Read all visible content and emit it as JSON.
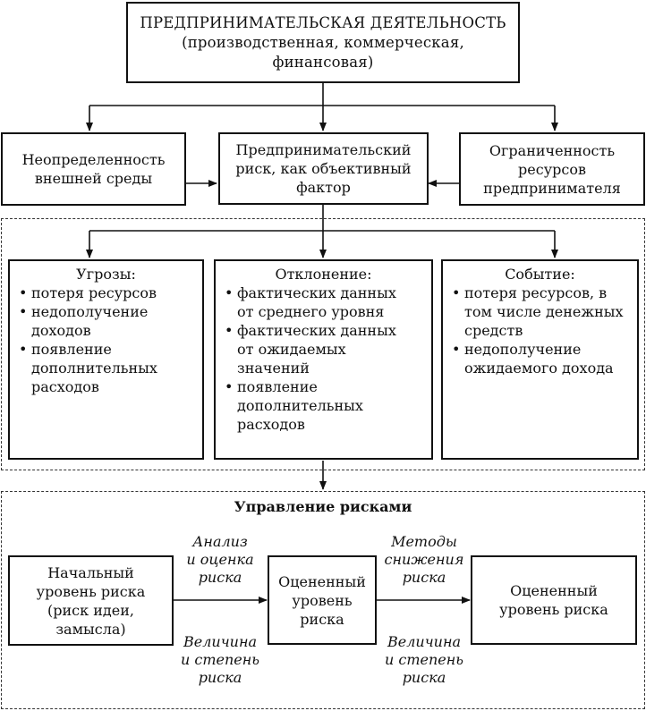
{
  "top": {
    "title": "ПРЕДПРИНИМАТЕЛЬСКАЯ ДЕЯТЕЛЬНОСТЬ",
    "subtitle_line1": "(производственная, коммерческая,",
    "subtitle_line2": "финансовая)"
  },
  "row2": {
    "left_line1": "Неопределенность",
    "left_line2": "внешней среды",
    "center_line1": "Предпринимательский",
    "center_line2": "риск, как объективный",
    "center_line3": "фактор",
    "right_line1": "Ограниченность",
    "right_line2": "ресурсов",
    "right_line3": "предпринимателя"
  },
  "threats": {
    "heading": "Угрозы:",
    "items": [
      "потеря ресурсов",
      "недополучение доходов",
      "появление дополнительных расходов"
    ]
  },
  "deviation": {
    "heading": "Отклонение:",
    "items": [
      "фактических данных от среднего уровня",
      "фактических данных от ожидаемых значений",
      "появление дополнительных расходов"
    ]
  },
  "event": {
    "heading": "Событие:",
    "items": [
      "потеря ресурсов, в том числе денежных средств",
      "недополучение ожидаемого дохода"
    ]
  },
  "management": {
    "title": "Управление рисками",
    "initial_line1": "Начальный",
    "initial_line2": "уровень риска",
    "initial_line3": "(риск идеи,",
    "initial_line4": "замысла)",
    "assessed_line1": "Оцененный",
    "assessed_line2": "уровень",
    "assessed_line3": "риска",
    "final_line1": "Оцененный",
    "final_line2": "уровень риска",
    "label_a1": "Анализ",
    "label_a2": "и оценка",
    "label_a3": "риска",
    "label_b1": "Методы",
    "label_b2": "снижения",
    "label_b3": "риска",
    "label_c1": "Величина",
    "label_c2": "и степень",
    "label_c3": "риска",
    "label_d1": "Величина",
    "label_d2": "и степень",
    "label_d3": "риска"
  }
}
